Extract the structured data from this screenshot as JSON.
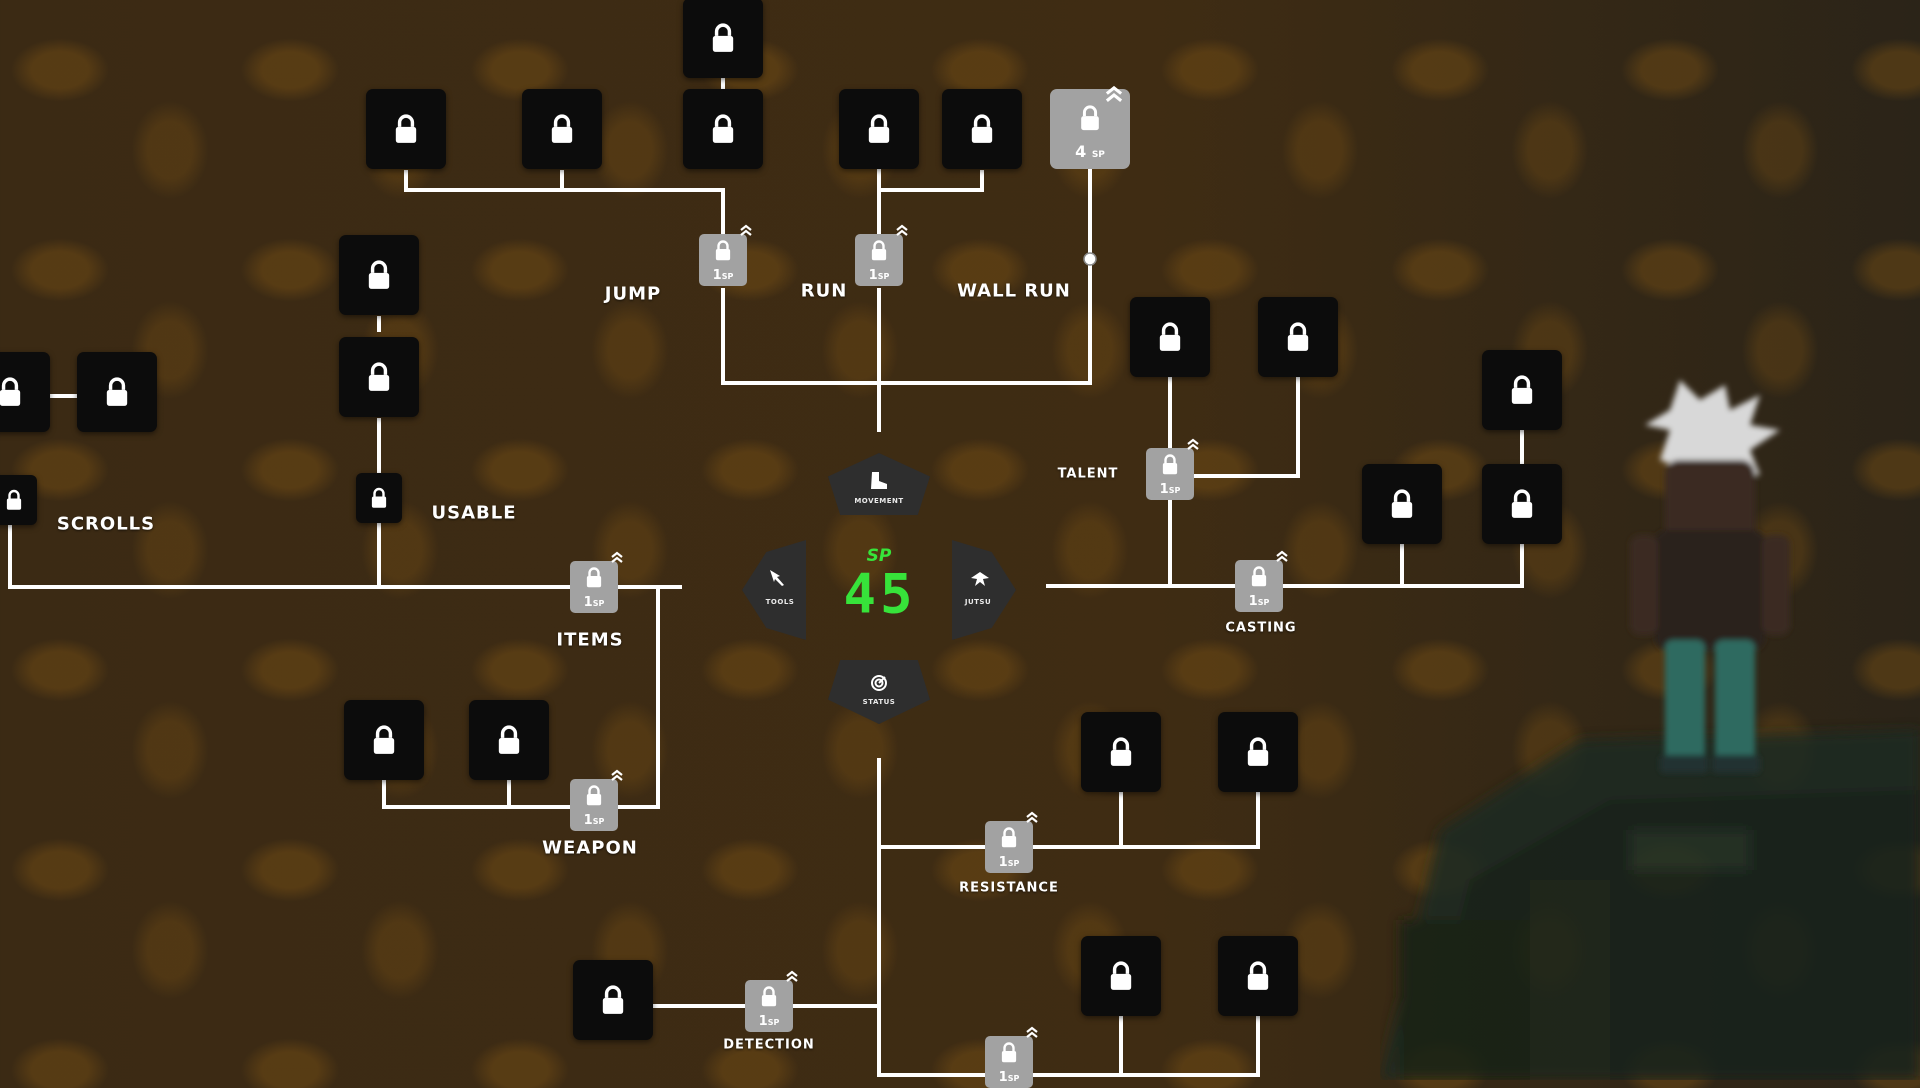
{
  "colors": {
    "background": "#3e2b13",
    "line": "#ffffff",
    "locked_node": "#0c0c0c",
    "skill_node": "#a2a2a2",
    "sp_accent": "#37e33a",
    "center_hex": "#2e2e2e"
  },
  "center": {
    "sp_label": "SP",
    "sp_value": "45",
    "categories": {
      "movement": {
        "label": "MOVEMENT",
        "icon": "boot-icon"
      },
      "tools": {
        "label": "TOOLS",
        "icon": "kunai-icon"
      },
      "jutsu": {
        "label": "JUTSU",
        "icon": "scroll-hand-icon"
      },
      "status": {
        "label": "STATUS",
        "icon": "spiral-icon"
      }
    }
  },
  "branches": {
    "jump": {
      "label": "JUMP",
      "cost": "1",
      "unit": "SP"
    },
    "run": {
      "label": "RUN",
      "cost": "1",
      "unit": "SP"
    },
    "wall_run": {
      "label": "WALL RUN",
      "cost": "4",
      "unit": "SP"
    },
    "talent": {
      "label": "TALENT",
      "cost": "1",
      "unit": "SP"
    },
    "casting": {
      "label": "CASTING",
      "cost": "1",
      "unit": "SP"
    },
    "items": {
      "label": "ITEMS",
      "cost": "1",
      "unit": "SP"
    },
    "usable": {
      "label": "USABLE"
    },
    "scrolls": {
      "label": "SCROLLS"
    },
    "weapon": {
      "label": "WEAPON",
      "cost": "1",
      "unit": "SP"
    },
    "resistance": {
      "label": "RESISTANCE",
      "cost": "1",
      "unit": "SP"
    },
    "detection": {
      "label": "DETECTION",
      "cost": "1",
      "unit": "SP"
    },
    "bottom": {
      "cost": "1",
      "unit": "SP"
    }
  },
  "icons": {
    "locked": "lock-icon",
    "upgrade": "double-chevron-up-icon"
  }
}
